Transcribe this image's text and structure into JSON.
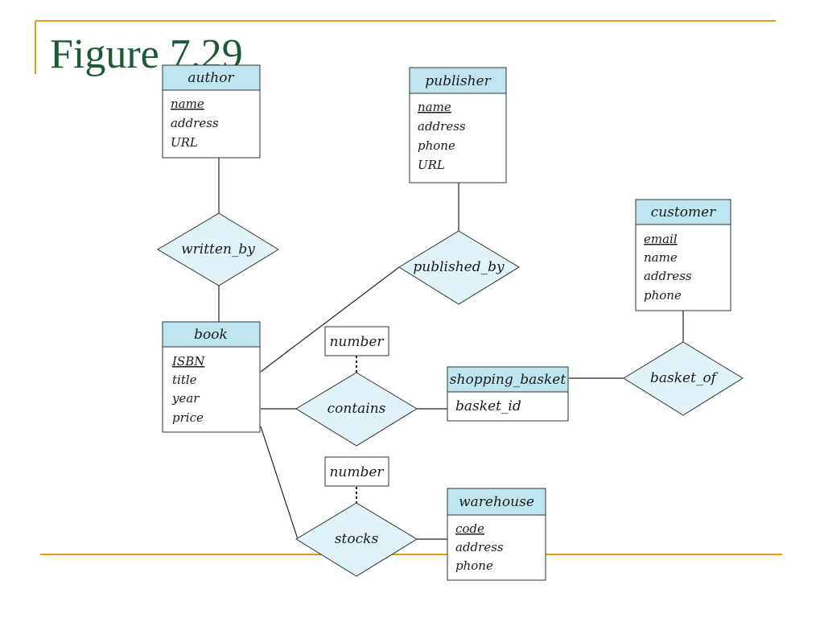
{
  "slide": {
    "title": "Figure 7.29",
    "accent_color": "#d9a020",
    "title_color": "#1c5a36",
    "entity_header_fill": "#bfe6f0",
    "relationship_fill": "#dff3f8"
  },
  "entities": {
    "author": {
      "name": "author",
      "attributes": [
        {
          "text": "name",
          "key": true
        },
        {
          "text": "address",
          "key": false
        },
        {
          "text": "URL",
          "key": false
        }
      ]
    },
    "publisher": {
      "name": "publisher",
      "attributes": [
        {
          "text": "name",
          "key": true
        },
        {
          "text": "address",
          "key": false
        },
        {
          "text": "phone",
          "key": false
        },
        {
          "text": "URL",
          "key": false
        }
      ]
    },
    "customer": {
      "name": "customer",
      "attributes": [
        {
          "text": "email",
          "key": true
        },
        {
          "text": "name",
          "key": false
        },
        {
          "text": "address",
          "key": false
        },
        {
          "text": "phone",
          "key": false
        }
      ]
    },
    "book": {
      "name": "book",
      "attributes": [
        {
          "text": "ISBN",
          "key": true
        },
        {
          "text": "title",
          "key": false
        },
        {
          "text": "year",
          "key": false
        },
        {
          "text": "price",
          "key": false
        }
      ]
    },
    "shopping_basket": {
      "name": "shopping_basket",
      "attributes": [
        {
          "text": "basket_id",
          "key": false
        }
      ]
    },
    "warehouse": {
      "name": "warehouse",
      "attributes": [
        {
          "text": "code",
          "key": true
        },
        {
          "text": "address",
          "key": false
        },
        {
          "text": "phone",
          "key": false
        }
      ]
    }
  },
  "relationships": {
    "written_by": {
      "name": "written_by"
    },
    "published_by": {
      "name": "published_by"
    },
    "contains": {
      "name": "contains",
      "attribute": "number"
    },
    "basket_of": {
      "name": "basket_of"
    },
    "stocks": {
      "name": "stocks",
      "attribute": "number"
    }
  }
}
